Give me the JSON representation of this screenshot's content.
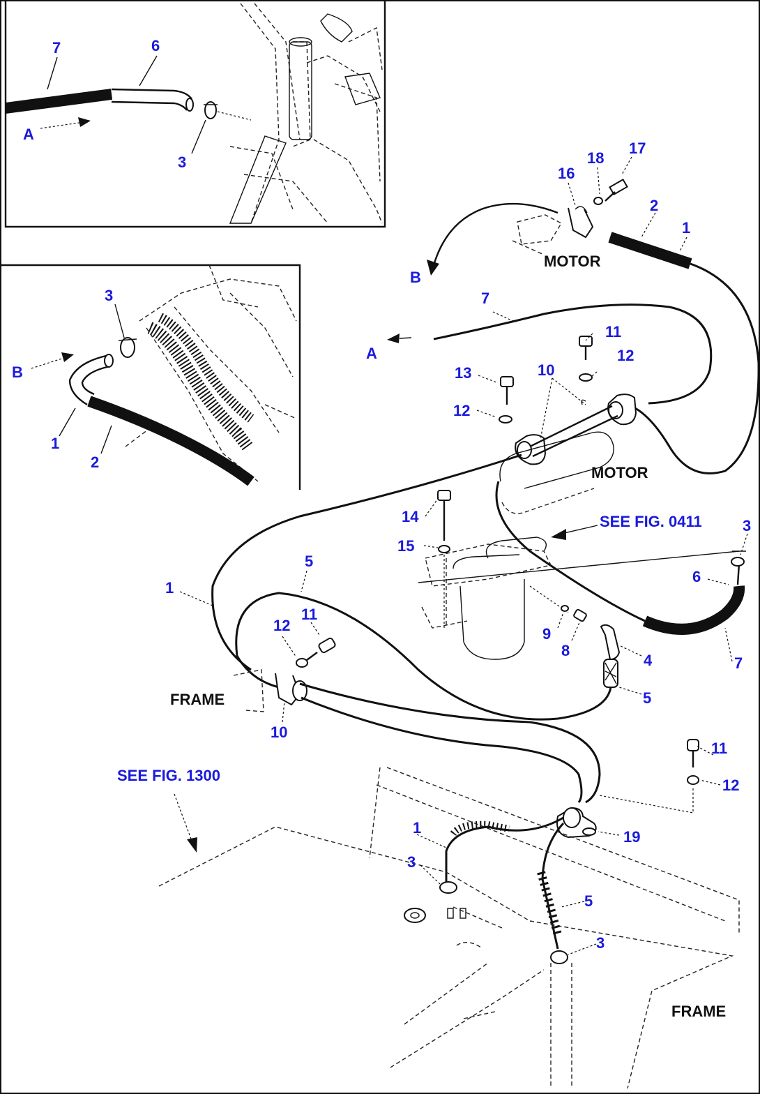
{
  "diagram": {
    "labels": {
      "motor": "MOTOR",
      "frame": "FRAME",
      "see_fig_0411": "SEE FIG. 0411",
      "see_fig_1300": "SEE FIG. 1300",
      "view_a": "A",
      "view_b": "B"
    },
    "callouts": [
      "1",
      "2",
      "3",
      "4",
      "5",
      "6",
      "7",
      "8",
      "9",
      "10",
      "11",
      "12",
      "13",
      "14",
      "15",
      "16",
      "17",
      "18",
      "19"
    ],
    "colors": {
      "callout": "#1a1adc",
      "line": "#111111",
      "background": "#ffffff"
    }
  }
}
